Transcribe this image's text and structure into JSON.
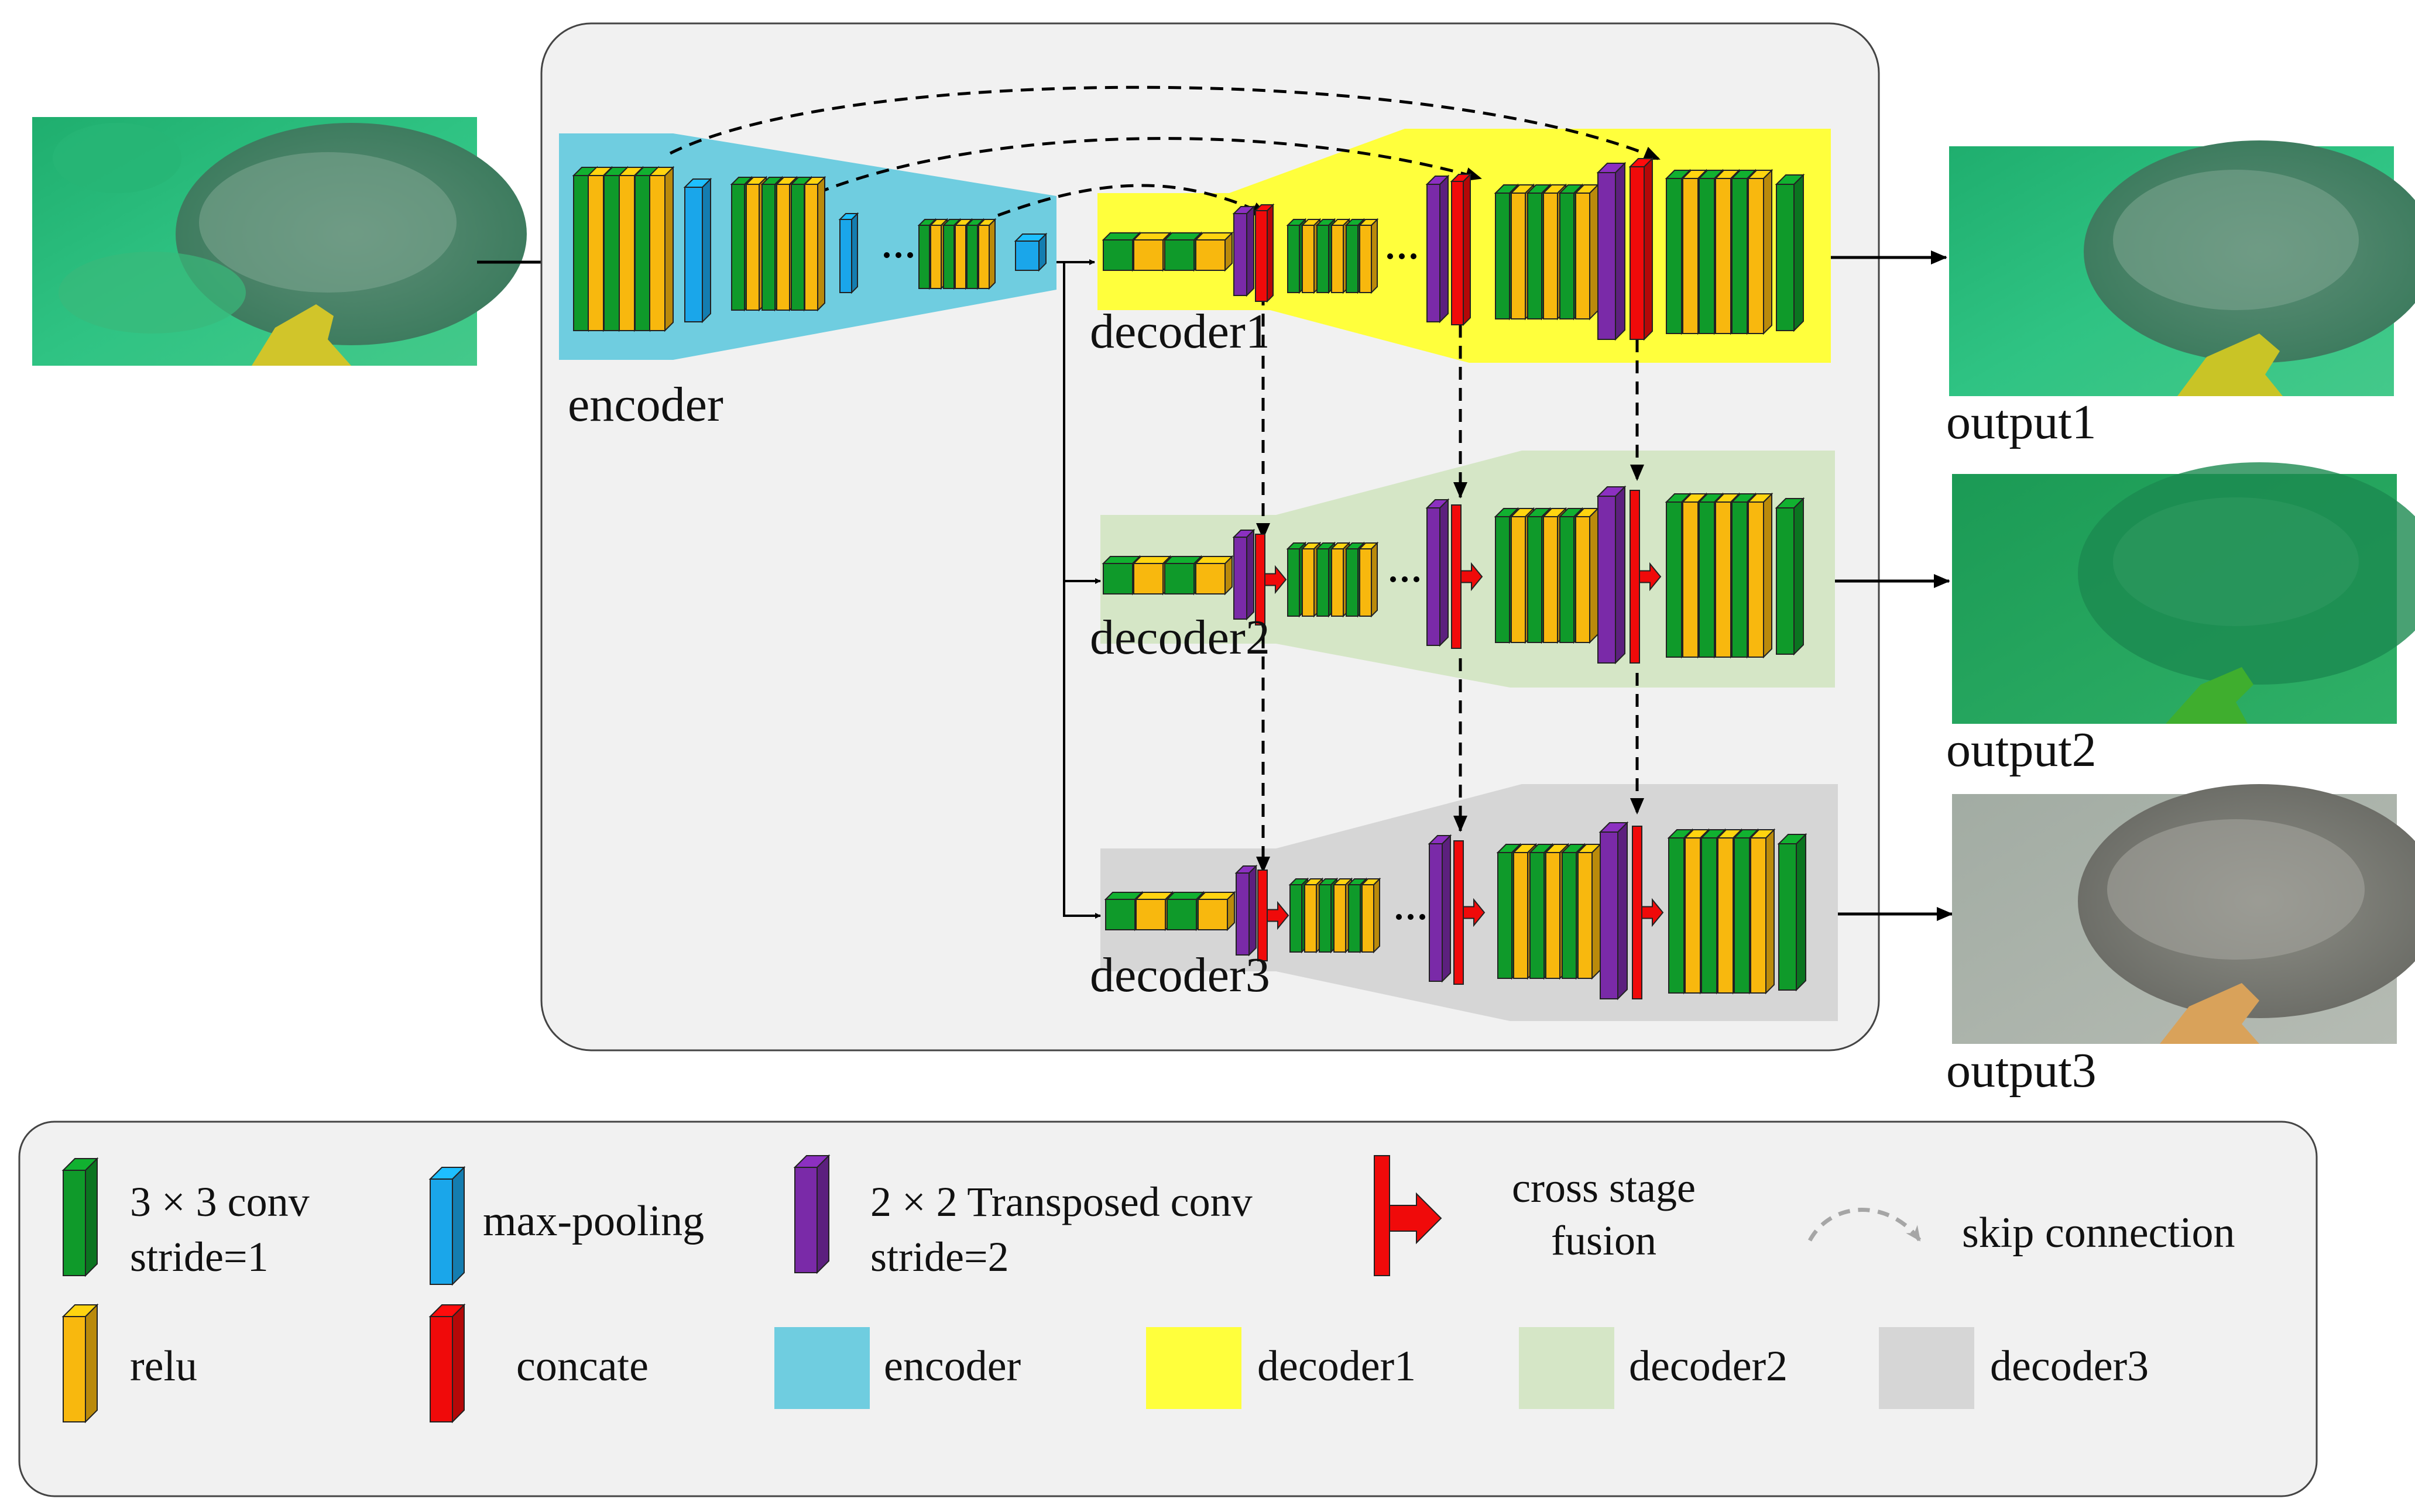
{
  "diagram": {
    "labels": {
      "encoder": "encoder",
      "decoder1": "decoder1",
      "decoder2": "decoder2",
      "decoder3": "decoder3",
      "output1": "output1",
      "output2": "output2",
      "output3": "output3"
    },
    "dots": "· · ·"
  },
  "legend": {
    "conv": "3 × 3 conv",
    "conv_stride": "stride=1",
    "maxpool": "max-pooling",
    "tconv": "2 × 2 Transposed conv",
    "tconv_stride": "stride=2",
    "fusion_line1": "cross stage",
    "fusion_line2": "fusion",
    "skip": "skip connection",
    "relu": "relu",
    "concate": "concate",
    "swatch_encoder": "encoder",
    "swatch_decoder1": "decoder1",
    "swatch_decoder2": "decoder2",
    "swatch_decoder3": "decoder3"
  },
  "colors": {
    "conv": "#0f9a2a",
    "relu": "#f8b80e",
    "maxpool": "#1aa6ea",
    "tconv": "#7a2aa8",
    "concate": "#f00a0a",
    "encoder_bg": "#6fcde0",
    "decoder1_bg": "#ffff3c",
    "decoder2_bg": "#d5e6c6",
    "decoder3_bg": "#d6d6d6",
    "panel_bg": "#f1f1f1",
    "water_green": "#2fbf7f",
    "water_grey": "#a9b2a9"
  },
  "icons": {
    "conv": "green-block-icon",
    "relu": "orange-block-icon",
    "maxpool": "blue-block-icon",
    "tconv": "purple-block-icon",
    "concate": "red-block-icon",
    "fusion": "cross-stage-fusion-icon",
    "skip": "curved-dashed-arrow-icon"
  }
}
